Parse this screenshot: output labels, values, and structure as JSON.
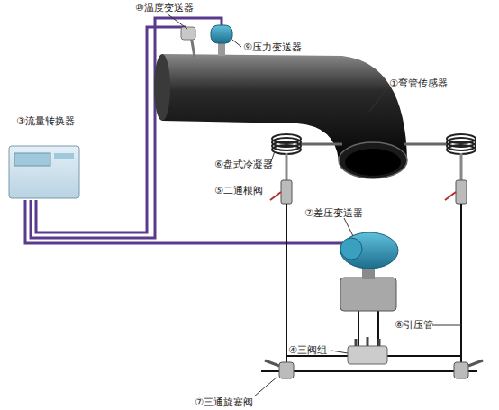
{
  "diagram": {
    "labels": [
      "⑩温度变送器",
      "⑨压力变送器",
      "①弯管传感器",
      "③流量转换器",
      "⑥盘式冷凝器",
      "⑤二通根阀",
      "⑦差压变送器",
      "⑧引压管",
      "④三阀组",
      "⑦三通旋塞阀"
    ]
  }
}
